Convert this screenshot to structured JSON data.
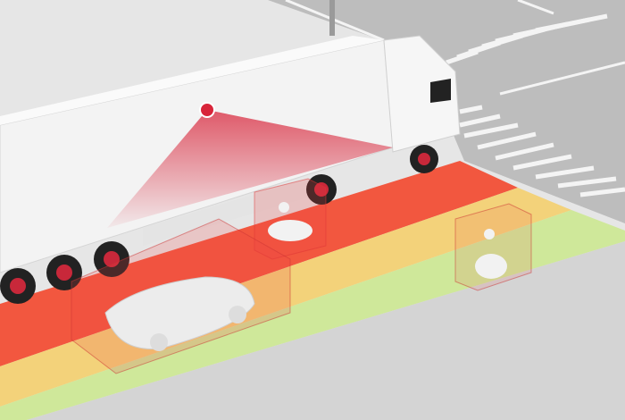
{
  "scene": {
    "colors": {
      "ground": "#e6e6e6",
      "road": "#bdbdbd",
      "crosswalk": "#f4f4f4",
      "zone_danger": "#f2573f",
      "zone_caution": "#f3d27a",
      "zone_safe": "#cfe89a",
      "sensor": "#d8253a",
      "truck": "#f3f3f3"
    },
    "zones": [
      "danger",
      "caution",
      "safe"
    ],
    "objects": [
      "truck",
      "sensor",
      "car",
      "scooter-rider-near",
      "scooter-rider-far"
    ]
  }
}
